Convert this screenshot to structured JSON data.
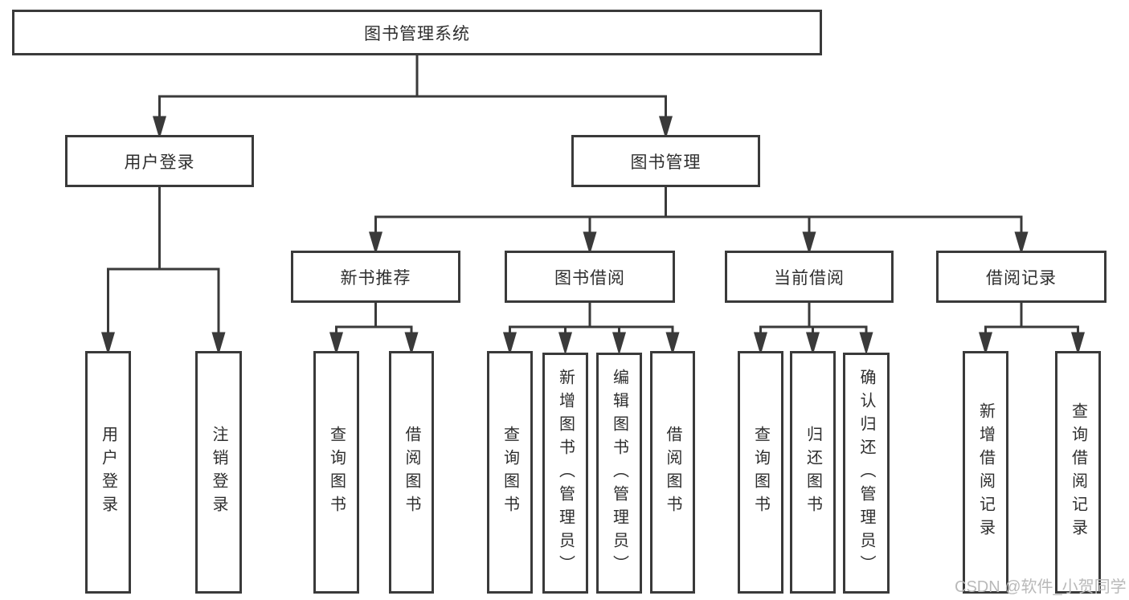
{
  "diagram": {
    "root": {
      "label": "图书管理系统"
    },
    "level2": [
      {
        "label": "用户登录"
      },
      {
        "label": "图书管理"
      }
    ],
    "level3": [
      {
        "label": "新书推荐"
      },
      {
        "label": "图书借阅"
      },
      {
        "label": "当前借阅"
      },
      {
        "label": "借阅记录"
      }
    ],
    "leaves": {
      "user_login": [
        {
          "label": "用户登录"
        },
        {
          "label": "注销登录"
        }
      ],
      "new_book": [
        {
          "label": "查询图书"
        },
        {
          "label": "借阅图书"
        }
      ],
      "book_borrow": [
        {
          "label": "查询图书"
        },
        {
          "label": "新增图书（管理员）"
        },
        {
          "label": "编辑图书（管理员）"
        },
        {
          "label": "借阅图书"
        }
      ],
      "current_borrow": [
        {
          "label": "查询图书"
        },
        {
          "label": "归还图书"
        },
        {
          "label": "确认归还（管理员）"
        }
      ],
      "borrow_record": [
        {
          "label": "新增借阅记录"
        },
        {
          "label": "查询借阅记录"
        }
      ]
    },
    "colors": {
      "line": "#3a3a3a",
      "box_border": "#3a3a3a",
      "text": "#2e2e2e",
      "watermark": "#b9b9b9",
      "background": "#ffffff"
    },
    "watermark": "CSDN @软件_小贺同学"
  }
}
